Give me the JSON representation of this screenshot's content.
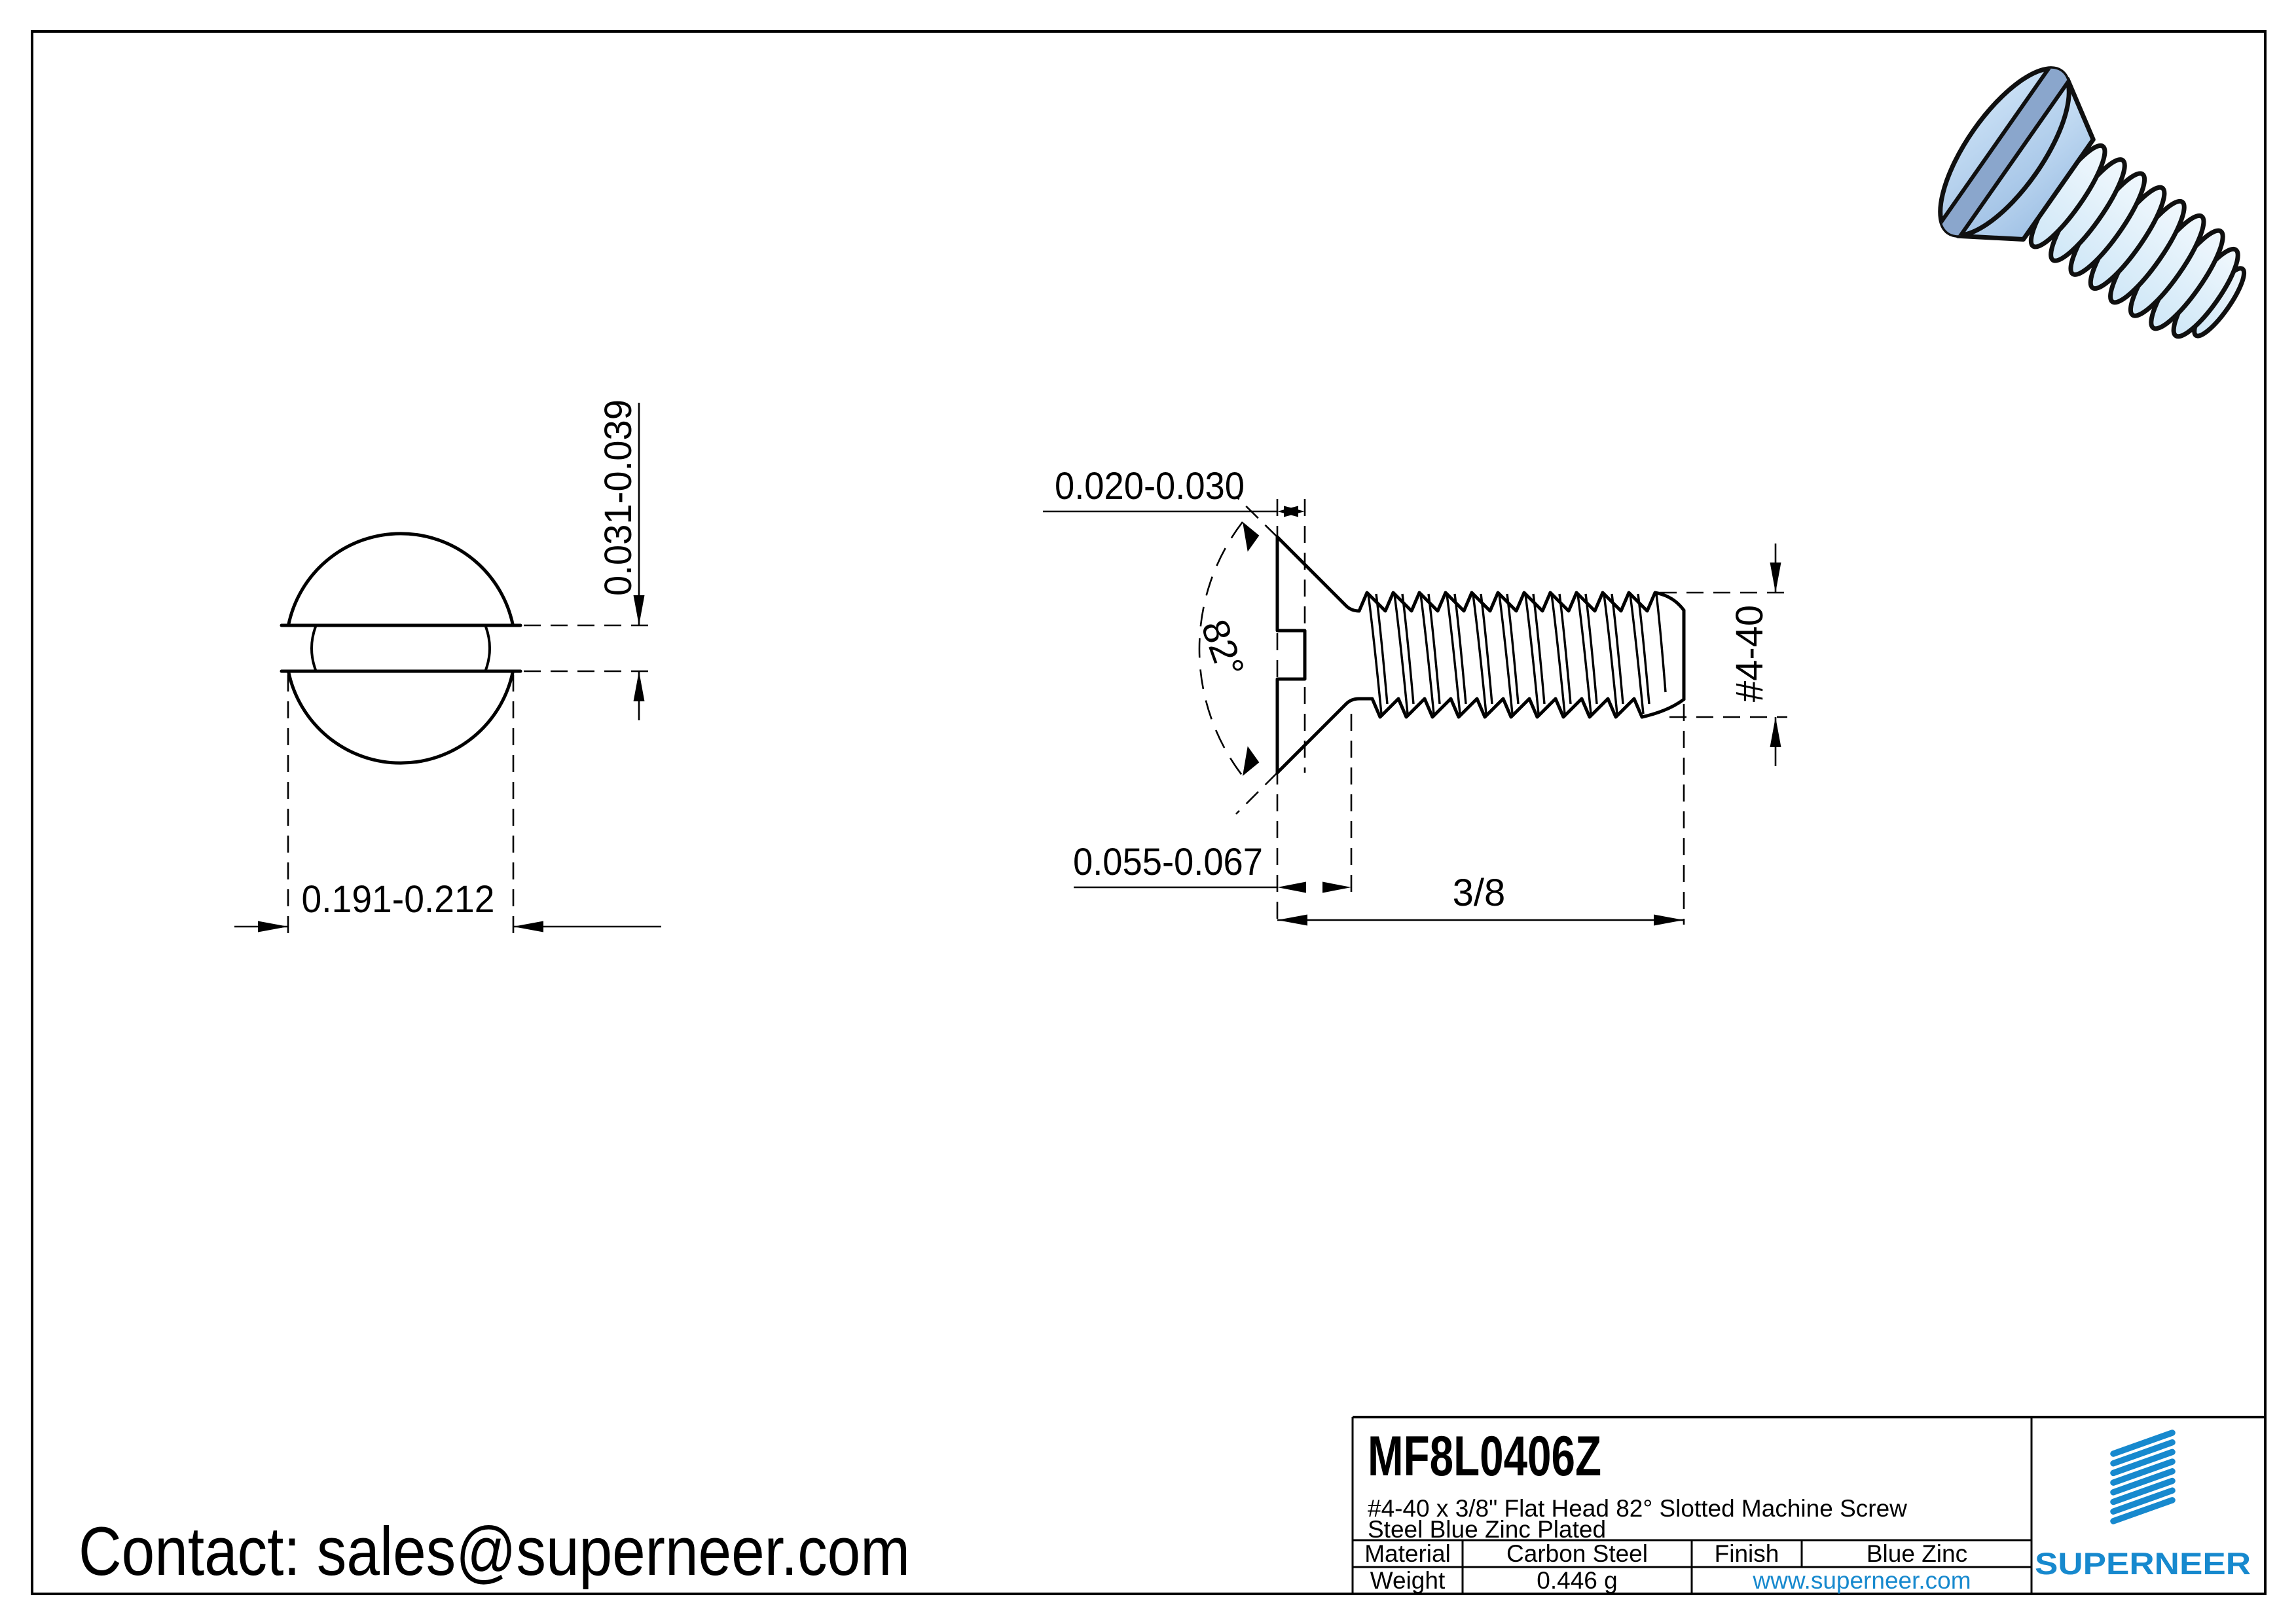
{
  "front_view": {
    "slot_width": "0.031-0.039",
    "head_diameter": "0.191-0.212"
  },
  "side_view": {
    "slot_depth": "0.020-0.030",
    "countersink_angle": "82°",
    "head_height": "0.055-0.067",
    "thread_length": "3/8",
    "thread_size": "#4-40"
  },
  "title_block": {
    "part_number": "MF8L0406Z",
    "description_line1": "#4-40 x 3/8\" Flat Head 82° Slotted Machine Screw",
    "description_line2": "Steel Blue Zinc Plated",
    "material_label": "Material",
    "material_value": "Carbon Steel",
    "finish_label": "Finish",
    "finish_value": "Blue Zinc",
    "weight_label": "Weight",
    "weight_value": "0.446 g",
    "website": "www.superneer.com",
    "brand": "SUPERNEER"
  },
  "footer": {
    "contact": "Contact: sales@superneer.com"
  },
  "colors": {
    "brand_blue": "#1789CE",
    "line_black": "#000000",
    "render_head_light": "#c9e0f5",
    "render_head_dark": "#9dbfe4",
    "render_slot": "#8aa6cc",
    "render_thread": "#e2f1fb"
  }
}
